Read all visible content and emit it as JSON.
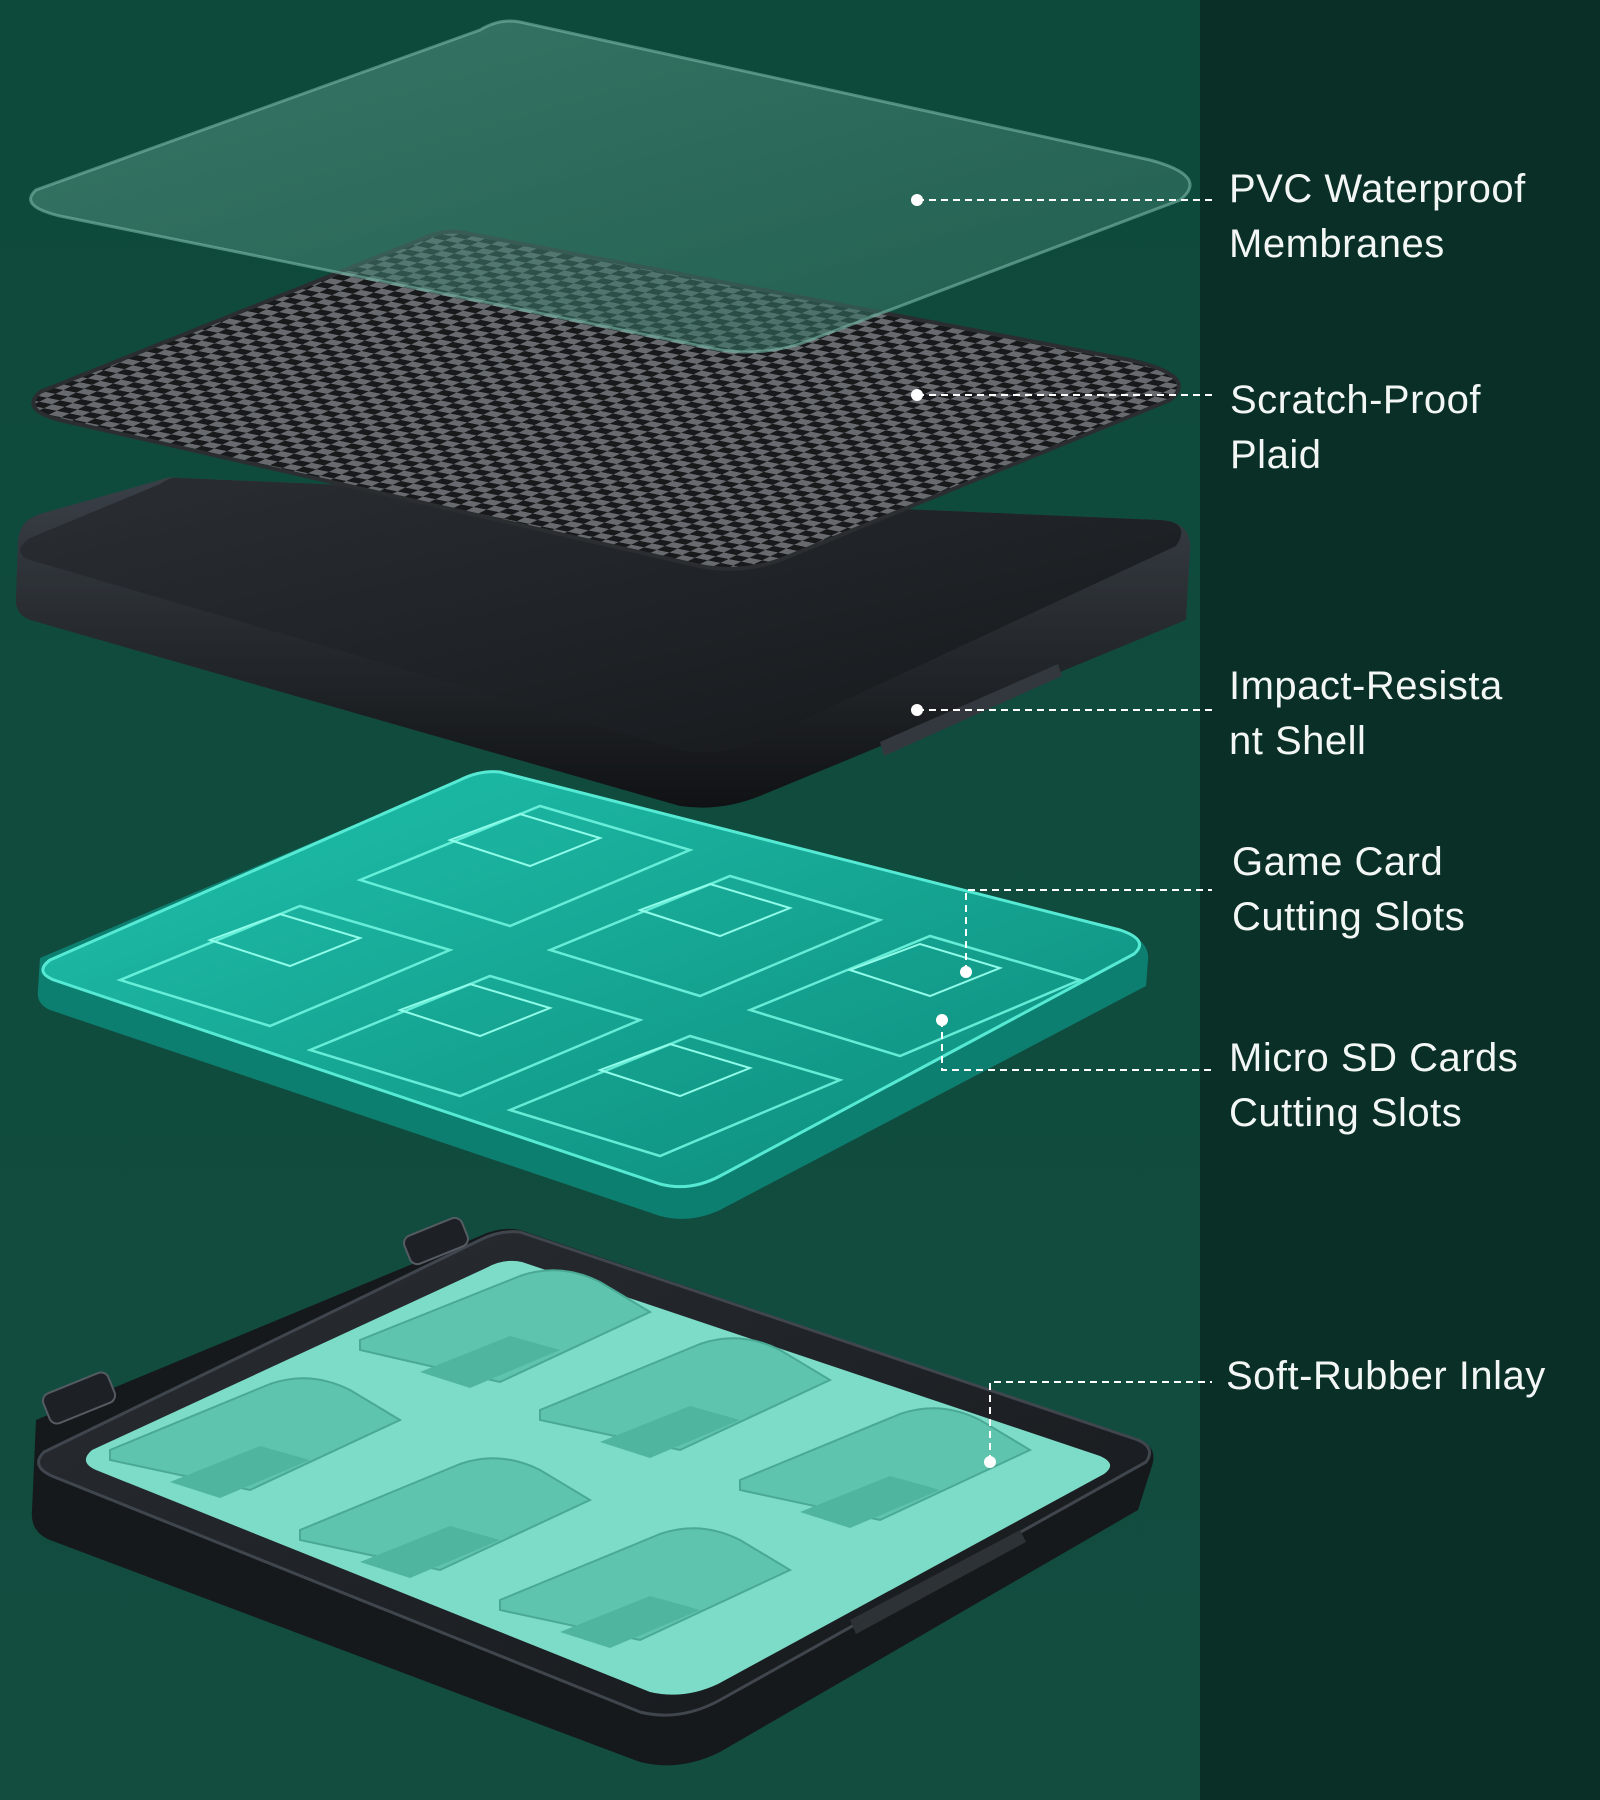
{
  "colors": {
    "background_left": "#0f4a3c",
    "background_right": "#0a2f26",
    "membrane": "#3f8070",
    "plaid_dark": "#1b1d1f",
    "plaid_light": "#6a6c70",
    "shell": "#1c1f23",
    "cutting_slots": "#19b3a0",
    "cutting_slots_edge": "#56ead4",
    "rubber_inlay": "#7ddcc8",
    "callout_line": "#ffffff"
  },
  "callouts": [
    {
      "id": "membranes",
      "label": "PVC Waterproof\nMembranes"
    },
    {
      "id": "plaid",
      "label": "Scratch-Proof\nPlaid"
    },
    {
      "id": "shell",
      "label": "Impact-Resista\nnt Shell"
    },
    {
      "id": "game-slots",
      "label": "Game Card\nCutting Slots"
    },
    {
      "id": "sd-slots",
      "label": "Micro SD Cards\nCutting Slots"
    },
    {
      "id": "inlay",
      "label": "Soft-Rubber Inlay"
    }
  ]
}
